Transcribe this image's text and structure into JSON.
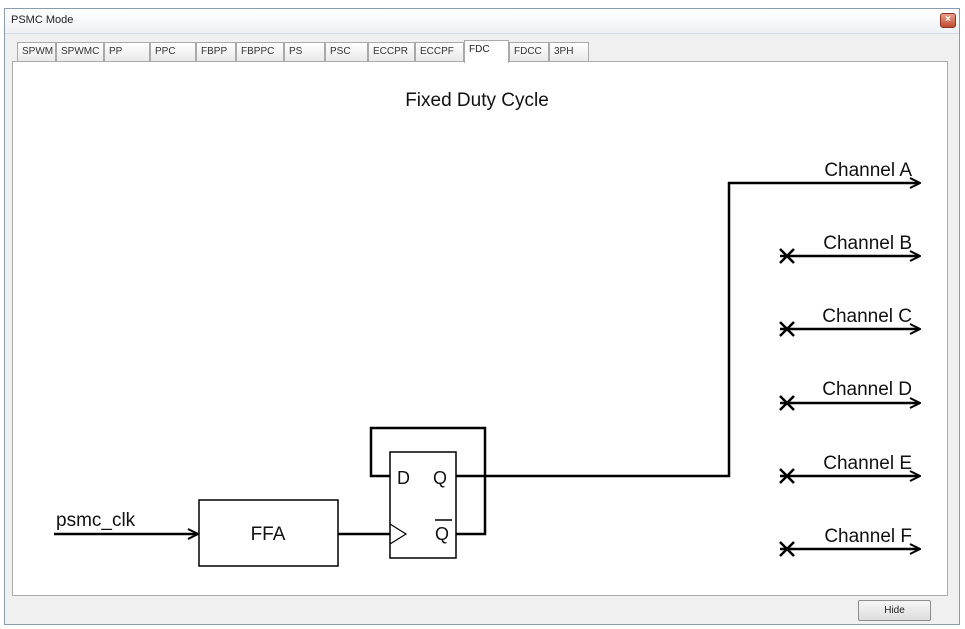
{
  "window": {
    "title": "PSMC Mode",
    "close_icon": "close-icon"
  },
  "tabs": [
    {
      "label": "SPWM"
    },
    {
      "label": "SPWMC"
    },
    {
      "label": "PP"
    },
    {
      "label": "PPC"
    },
    {
      "label": "FBPP"
    },
    {
      "label": "FBPPC"
    },
    {
      "label": "PS"
    },
    {
      "label": "PSC"
    },
    {
      "label": "ECCPR"
    },
    {
      "label": "ECCPF"
    },
    {
      "label": "FDC",
      "active": true
    },
    {
      "label": "FDCC"
    },
    {
      "label": "3PH"
    }
  ],
  "diagram": {
    "title": "Fixed Duty Cycle",
    "input_label": "psmc_clk",
    "ffa_label": "FFA",
    "ff_d_label": "D",
    "ff_q_label": "Q",
    "ff_qbar_label": "Q",
    "channels": [
      "Channel A",
      "Channel B",
      "Channel C",
      "Channel D",
      "Channel E",
      "Channel F"
    ]
  },
  "buttons": {
    "hide": "Hide"
  }
}
